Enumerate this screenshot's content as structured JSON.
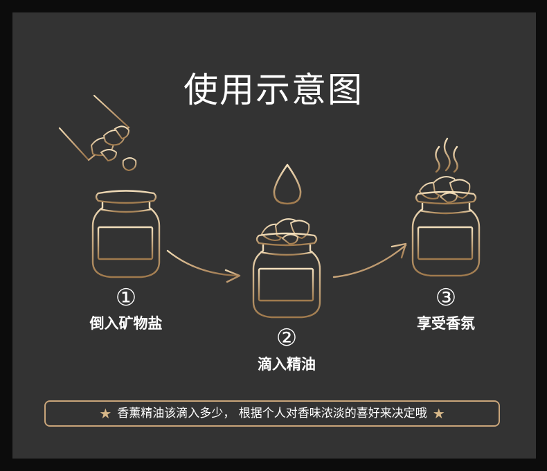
{
  "title": "使用示意图",
  "steps": [
    {
      "number": "①",
      "label": "倒入矿物盐"
    },
    {
      "number": "②",
      "label": "滴入精油"
    },
    {
      "number": "③",
      "label": "享受香氛"
    }
  ],
  "tip": {
    "star": "★",
    "text": "香薰精油该滴入多少， 根据个人对香味浓淡的喜好来决定哦"
  },
  "colors": {
    "background": "#333333",
    "accent_gold": "#c9a57a",
    "text": "#ffffff"
  }
}
